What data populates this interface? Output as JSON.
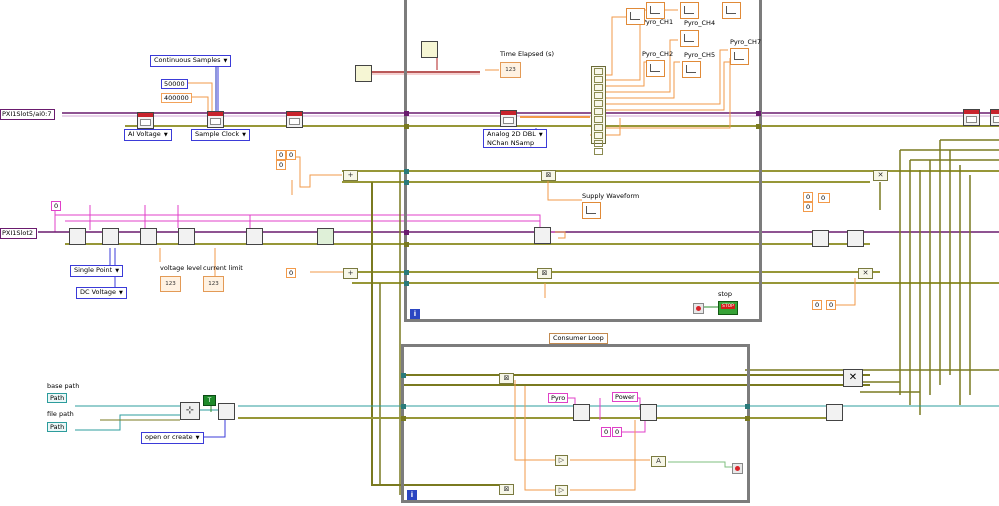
{
  "controls": {
    "daq_channel": "PXI1Slot5/ai0:7",
    "supply_resource": "PXI1Slot2",
    "continuous_samples": "Continuous Samples",
    "sample_rate": "50000",
    "samples_per_channel": "400000",
    "ai_voltage": "AI Voltage",
    "sample_clock": "Sample Clock",
    "analog_read_mode_line1": "Analog 2D DBL",
    "analog_read_mode_line2": "NChan NSamp",
    "single_point": "Single Point",
    "dc_voltage": "DC Voltage",
    "open_or_create": "open or create",
    "constant_zero": "0",
    "bool_true": "T"
  },
  "indicators": {
    "time_elapsed": "Time Elapsed (s)",
    "supply_waveform": "Supply Waveform",
    "voltage_level": "voltage level",
    "current_limit": "current limit",
    "stop": "stop",
    "base_path": "base path",
    "file_path": "file path",
    "numeric_display": "123",
    "path_display": "Path"
  },
  "graphs": [
    "Pyro_CH1",
    "Pyro_CH2",
    "Pyro_CH4",
    "Pyro_CH5",
    "Pyro_CH7"
  ],
  "strings": {
    "pyro": "Pyro",
    "power": "Power"
  },
  "loops": {
    "consumer": "Consumer Loop",
    "iteration_terminal": "i"
  },
  "colors": {
    "wire_numeric": "#f29a4a",
    "wire_task": "#6a1b6e",
    "wire_cluster": "#7a7a20",
    "wire_string": "#e040c8",
    "wire_path": "#2c9c9c",
    "wire_bool": "#2f8f2f",
    "wire_error": "#b8b84a",
    "loop_border": "#7c7c7c",
    "enum": "#3b3bd8"
  }
}
